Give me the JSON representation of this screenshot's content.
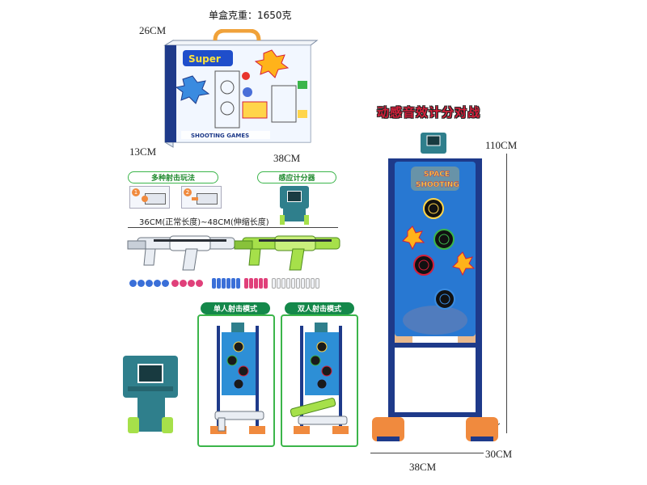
{
  "weight_label": "单盒克重：1650克",
  "box": {
    "height_label": "26CM",
    "depth_label": "13CM",
    "width_label": "38CM",
    "brand": "Super",
    "product_name": "SHOOTING GAMES"
  },
  "features": {
    "multi_shoot_label": "多种射击玩法",
    "step1": "1",
    "step2": "2",
    "sensor_label": "感应计分器",
    "length_label": "36CM(正常长度)~48CM(伸缩长度)"
  },
  "modes": {
    "single_label": "单人射击模式",
    "double_label": "双人射击模式"
  },
  "stand": {
    "heading": "动感音效计分对战",
    "height_label": "110CM",
    "width_label": "38CM",
    "depth_label": "30CM",
    "banner_line1": "SPACE",
    "banner_line2": "SHOOTING"
  },
  "colors": {
    "green": "#3bb54a",
    "teal": "#2f7f8c",
    "orange": "#f08a3e",
    "navy": "#1e3a8a",
    "red": "#d41f3a"
  }
}
